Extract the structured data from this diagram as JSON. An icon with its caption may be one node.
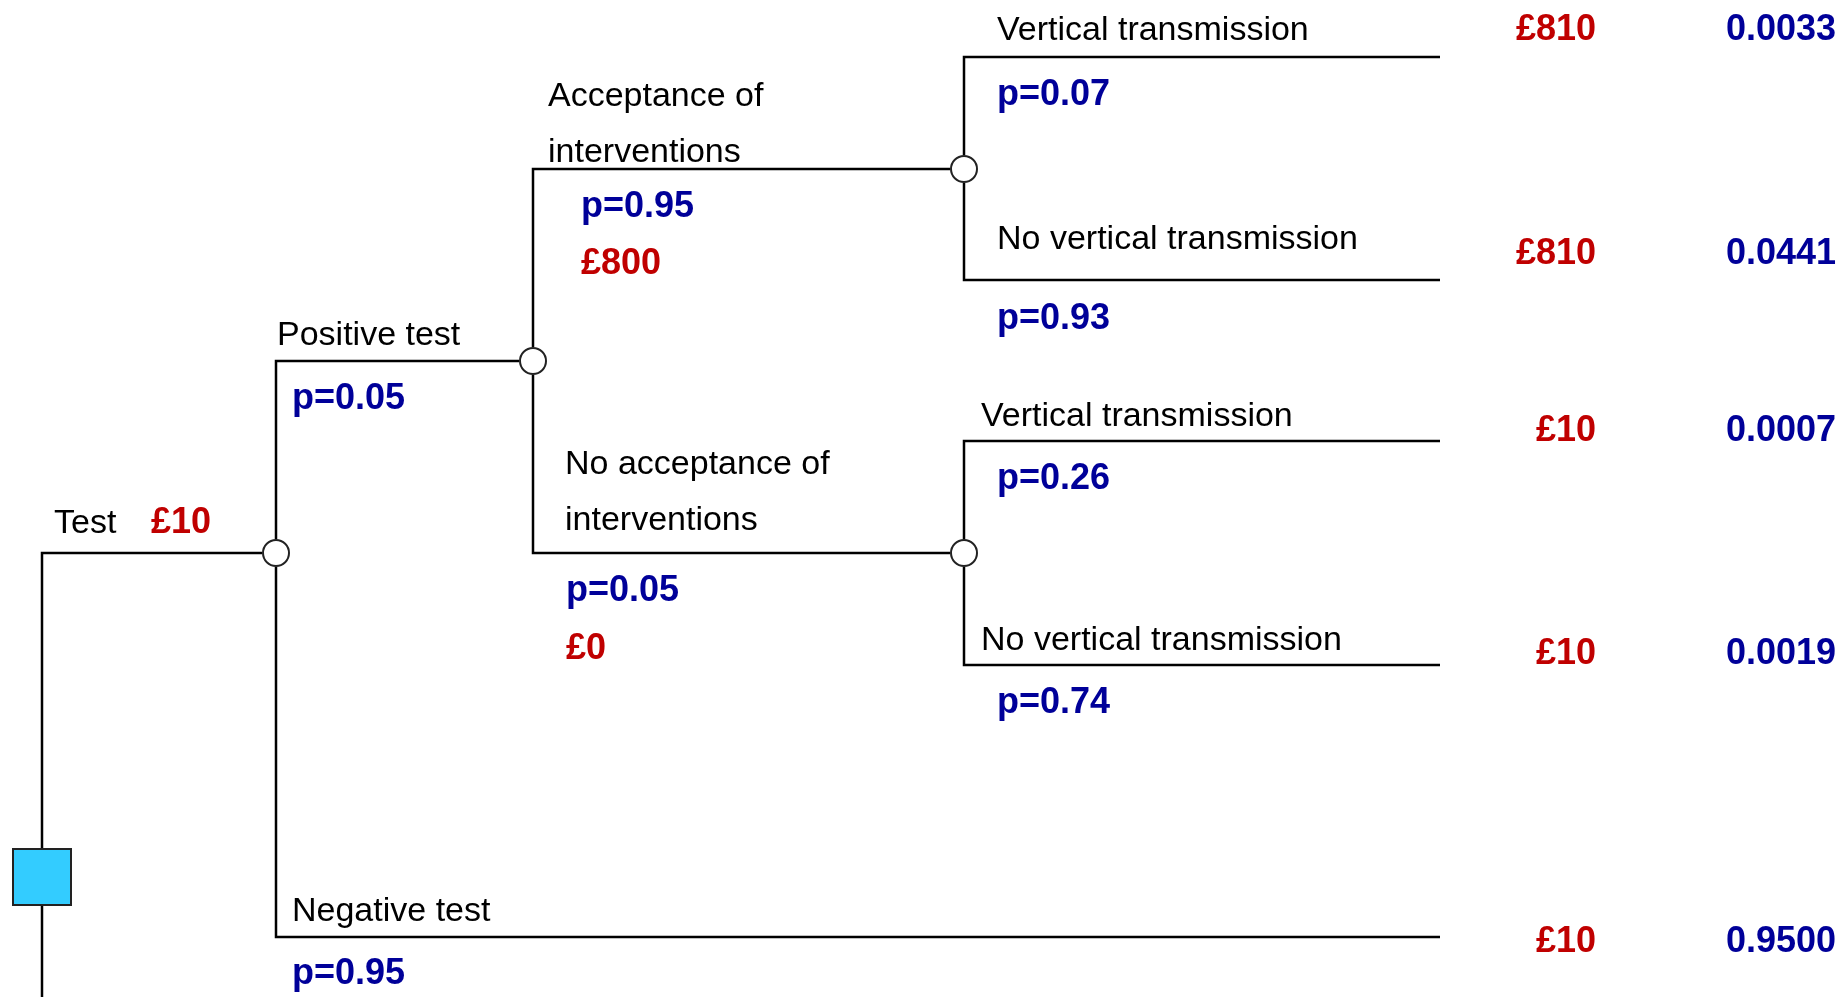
{
  "diagram": {
    "nodes": [
      {
        "text": [],
        "shape": "box"
      },
      {
        "text": [],
        "shape": "circle"
      },
      {
        "text": [],
        "shape": "circle"
      },
      {
        "text": [],
        "shape": "circle"
      },
      {
        "text": [],
        "shape": "circle"
      },
      {
        "text": [
          "£810",
          "0.0033"
        ]
      },
      {
        "text": [
          "£810",
          "0.0441"
        ]
      },
      {
        "text": [
          "£10",
          "0.0007"
        ]
      },
      {
        "text": [
          "£10",
          "0.0019"
        ]
      },
      {
        "text": [
          "£10",
          "0.9500"
        ]
      }
    ],
    "edges": [
      {
        "from": 0,
        "to": 1,
        "arrow": "none",
        "label": "Test"
      },
      {
        "from": 1,
        "to": 2,
        "arrow": "none",
        "label": "Positive test"
      },
      {
        "from": 1,
        "to": 9,
        "arrow": "none",
        "label": "Negative test"
      },
      {
        "from": 2,
        "to": 3,
        "arrow": "none",
        "label": "Acceptance of interventions"
      },
      {
        "from": 2,
        "to": 4,
        "arrow": "none",
        "label": "No acceptance of interventions"
      },
      {
        "from": 3,
        "to": 5,
        "arrow": "none",
        "label": "Vertical transmission"
      },
      {
        "from": 3,
        "to": 6,
        "arrow": "none",
        "label": "No vertical transmission"
      },
      {
        "from": 4,
        "to": 7,
        "arrow": "none",
        "label": "Vertical transmission"
      },
      {
        "from": 4,
        "to": 8,
        "arrow": "none",
        "label": "No vertical transmission"
      }
    ],
    "labels": [
      "p=0.07",
      "p=0.95",
      "£800",
      "p=0.93",
      "p=0.05",
      "p=0.26",
      "£10",
      "p=0.05",
      "£0",
      "p=0.74",
      "p=0.95"
    ]
  }
}
